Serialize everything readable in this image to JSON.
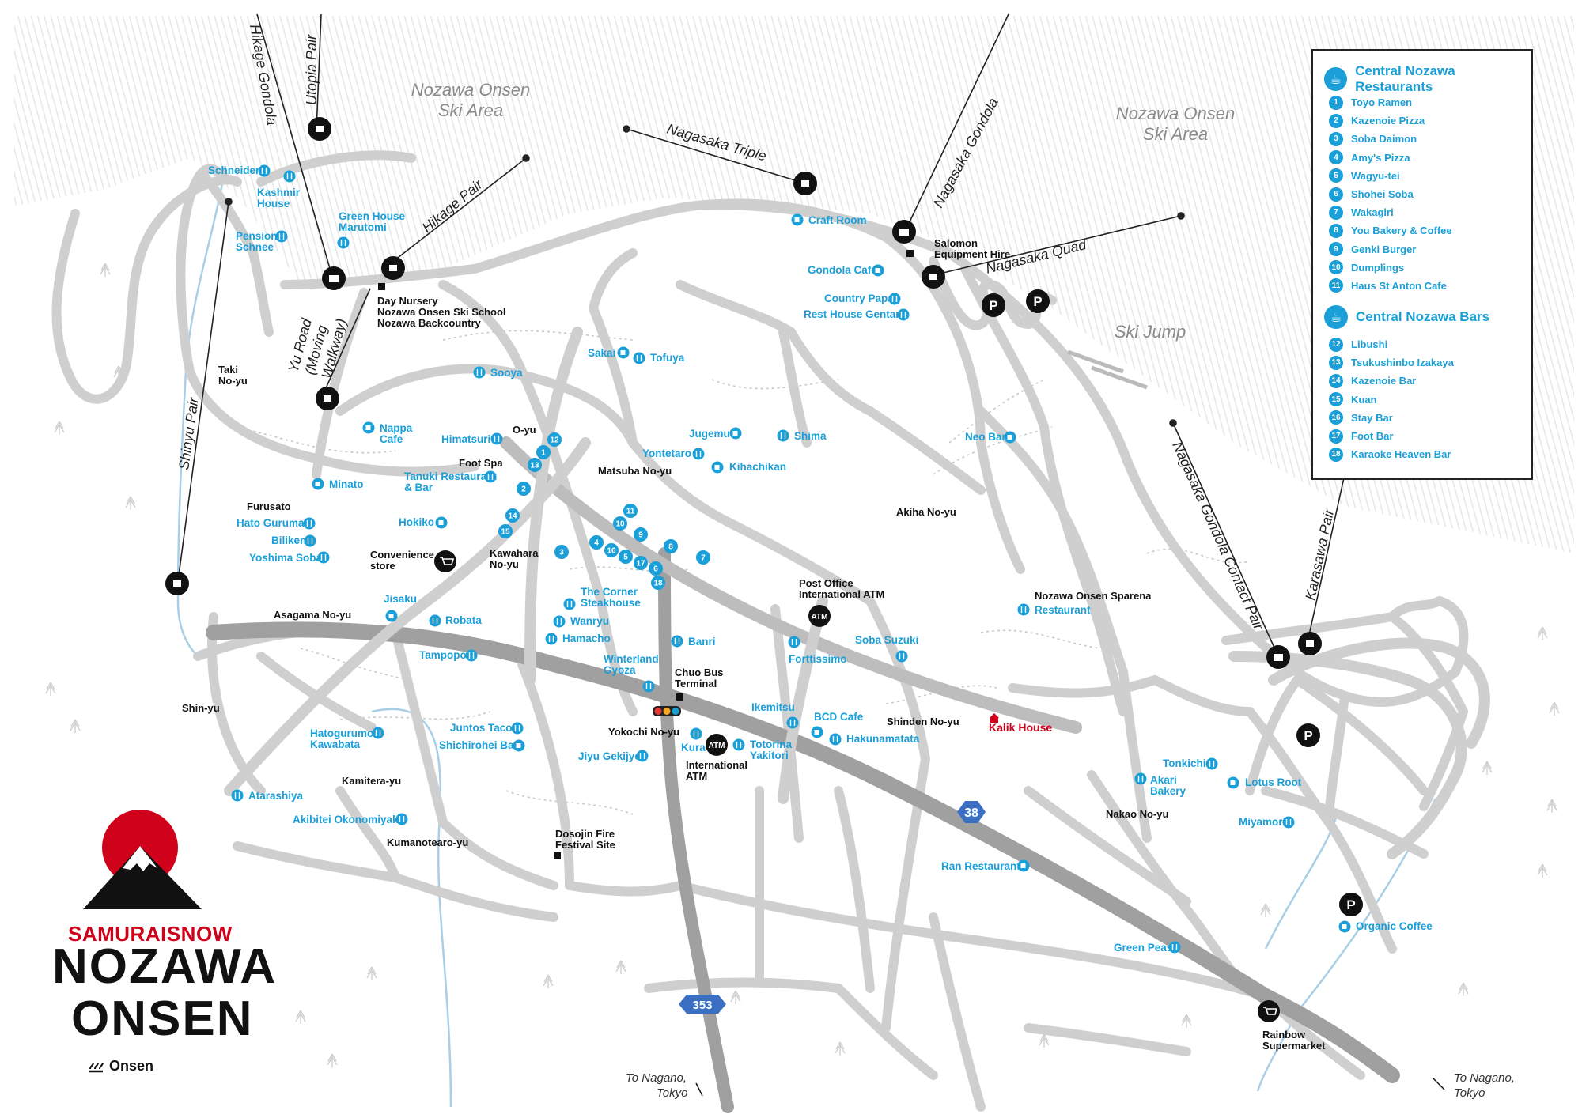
{
  "areas": {
    "ski_area_left": [
      "Nozawa Onsen",
      "Ski Area"
    ],
    "ski_area_right": [
      "Nozawa Onsen",
      "Ski Area"
    ],
    "ski_jump": "Ski Jump"
  },
  "lifts": {
    "hikage_gondola": "Hikage Gondola",
    "utopia_pair": "Utopia Pair",
    "hikage_pair": "Hikage Pair",
    "nagasaka_triple": "Nagasaka Triple",
    "nagasaka_gondola": "Nagasaka Gondola",
    "nagasaka_quad": "Nagasaka Quad",
    "shinyu_pair": "Shinyu Pair",
    "yu_road": [
      "Yu Road",
      "(Moving",
      "Walkway)"
    ],
    "nagasaka_contact": "Nagasaka Gondola Contact Pair",
    "karasawa_pair": "Karasawa Pair"
  },
  "roads": {
    "r38": "38",
    "r353": "353",
    "to_nagano_1": [
      "To Nagano,",
      "Tokyo"
    ],
    "to_nagano_2": [
      "To Nagano,",
      "Tokyo"
    ]
  },
  "blue_places": {
    "schneider": "Schneider",
    "kashmir": [
      "Kashmir",
      "House"
    ],
    "green_house": [
      "Green House",
      "Marutomi"
    ],
    "pension": [
      "Pension",
      "Schnee"
    ],
    "craft_room": "Craft Room",
    "gondola_cafe": "Gondola Cafe",
    "country_papa": "Country Papa",
    "rest_house": "Rest House Gentaro",
    "sakai": "Sakai",
    "tofuya": "Tofuya",
    "sooya": "Sooya",
    "nappa": [
      "Nappa",
      "Cafe"
    ],
    "himatsuri": "Himatsuri",
    "tanuki": [
      "Tanuki Restaurant",
      "& Bar"
    ],
    "minato": "Minato",
    "hato": "Hato Guruma",
    "biliken": "Biliken",
    "yoshima": "Yoshima Soba",
    "hokiko": "Hokiko",
    "jugemu": "Jugemu",
    "shima": "Shima",
    "yontetaro": "Yontetaro",
    "kihachikan": "Kihachikan",
    "neo_bar": "Neo Bar",
    "jisaku": "Jisaku",
    "robata": "Robata",
    "tampopo": "Tampopo",
    "corner": [
      "The Corner",
      "Steakhouse"
    ],
    "wanryu": "Wanryu",
    "hamacho": "Hamacho",
    "banri": "Banri",
    "winterland": [
      "Winterland",
      "Gyoza"
    ],
    "forttissimo": "Forttissimo",
    "soba_suzuki": "Soba Suzuki",
    "sparena_restaurant": "Restaurant",
    "hatogurumo": [
      "Hatogurumo",
      "Kawabata"
    ],
    "juntos": "Juntos Tacos",
    "shichirohei": "Shichirohei Bar",
    "ikemitsu": "Ikemitsu",
    "bcd": "BCD Cafe",
    "hakunamatata": "Hakunamatata",
    "kura": "Kura",
    "totorina": [
      "Totorina",
      "Yakitori"
    ],
    "jiyu": "Jiyu Gekijyo",
    "atarashiya": "Atarashiya",
    "akibitei": "Akibitei Okonomiyaki",
    "tonkichi": "Tonkichi",
    "akari": [
      "Akari",
      "Bakery"
    ],
    "lotus": "Lotus Root",
    "miyamori": "Miyamori",
    "ran": "Ran Restaurant",
    "organic": "Organic Coffee",
    "green_peas": "Green Peas"
  },
  "black_places": {
    "salomon": [
      "Salomon",
      "Equipment Hire"
    ],
    "day_nursery": [
      "Day Nursery",
      "Nozawa Onsen Ski School",
      "Nozawa Backcountry"
    ],
    "taki": [
      "Taki",
      "No-yu"
    ],
    "o_yu": "O-yu",
    "foot_spa": "Foot Spa",
    "matsuba": "Matsuba No-yu",
    "furusato": "Furusato",
    "convenience": [
      "Convenience",
      "store"
    ],
    "kawahara": [
      "Kawahara",
      "No-yu"
    ],
    "akiha": "Akiha No-yu",
    "post_office": [
      "Post Office",
      "International ATM"
    ],
    "asagama": "Asagama No-yu",
    "sparena": "Nozawa Onsen Sparena",
    "chuo": [
      "Chuo Bus",
      "Terminal"
    ],
    "shin_yu": "Shin-yu",
    "yokochi": "Yokochi No-yu",
    "intl_atm": [
      "International",
      "ATM"
    ],
    "shinden": "Shinden No-yu",
    "kamitera": "Kamitera-yu",
    "kumanotearo": "Kumanotearo-yu",
    "dosojin": [
      "Dosojin Fire",
      "Festival Site"
    ],
    "nakao": "Nakao No-yu",
    "rainbow": [
      "Rainbow",
      "Supermarket"
    ],
    "atm": "ATM"
  },
  "kalik_house": "Kalik House",
  "parking": "P",
  "numbered_markers": [
    "1",
    "2",
    "3",
    "4",
    "5",
    "6",
    "7",
    "8",
    "9",
    "10",
    "11",
    "12",
    "13",
    "14",
    "15",
    "16",
    "17",
    "18"
  ],
  "legend": {
    "restaurants_title": "Central Nozawa Restaurants",
    "restaurants": [
      {
        "n": "1",
        "name": "Toyo Ramen"
      },
      {
        "n": "2",
        "name": "Kazenoie Pizza"
      },
      {
        "n": "3",
        "name": "Soba Daimon"
      },
      {
        "n": "4",
        "name": "Amy's Pizza"
      },
      {
        "n": "5",
        "name": "Wagyu-tei"
      },
      {
        "n": "6",
        "name": "Shohei Soba"
      },
      {
        "n": "7",
        "name": "Wakagiri"
      },
      {
        "n": "8",
        "name": "You Bakery & Coffee"
      },
      {
        "n": "9",
        "name": "Genki Burger"
      },
      {
        "n": "10",
        "name": "Dumplings"
      },
      {
        "n": "11",
        "name": "Haus St Anton Cafe"
      }
    ],
    "bars_title": "Central Nozawa Bars",
    "bars": [
      {
        "n": "12",
        "name": "Libushi"
      },
      {
        "n": "13",
        "name": "Tsukushinbo Izakaya"
      },
      {
        "n": "14",
        "name": "Kazenoie Bar"
      },
      {
        "n": "15",
        "name": "Kuan"
      },
      {
        "n": "16",
        "name": "Stay Bar"
      },
      {
        "n": "17",
        "name": "Foot Bar"
      },
      {
        "n": "18",
        "name": "Karaoke Heaven Bar"
      }
    ]
  },
  "brand": {
    "samurai": "SAMURAISNOW",
    "title_line1": "NOZAWA",
    "title_line2": "ONSEN",
    "onsen_legend": "Onsen"
  },
  "colors": {
    "accent_blue": "#1a9fd8",
    "road_grey": "#cfcfcf",
    "route_blue": "#3a6fc4",
    "brand_red": "#d0021b"
  }
}
